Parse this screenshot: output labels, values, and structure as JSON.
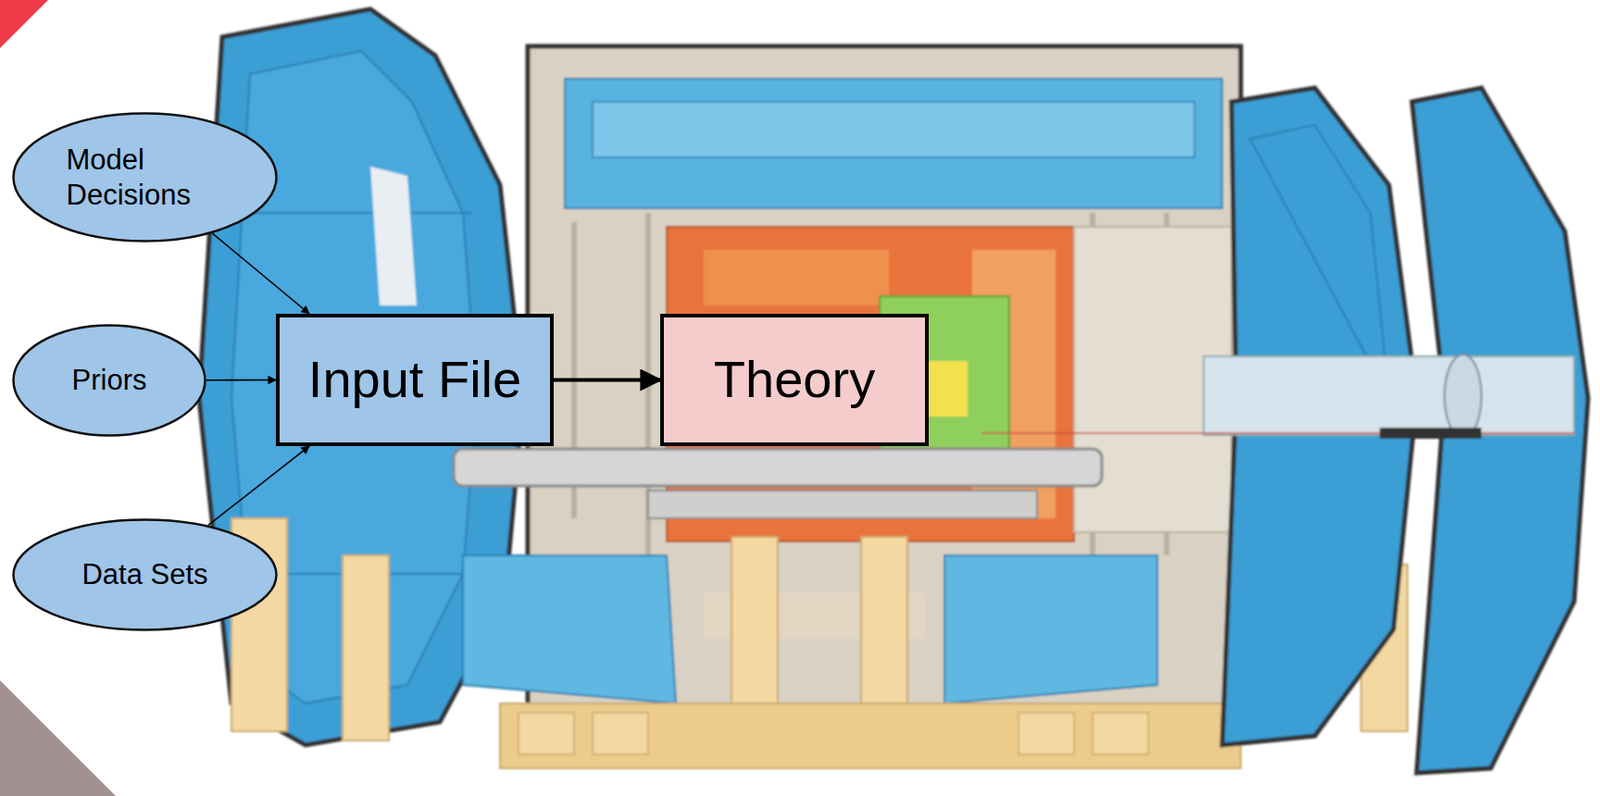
{
  "diagram": {
    "nodes": [
      {
        "text": [
          "Model Decisions"
        ]
      },
      {
        "text": [
          "Priors"
        ]
      },
      {
        "text": [
          "Data Sets"
        ]
      },
      {
        "text": [
          "Input File"
        ]
      },
      {
        "text": [
          "Theory"
        ]
      }
    ],
    "edges": [
      {
        "from": 0,
        "to": 3,
        "arrow": "to"
      },
      {
        "from": 1,
        "to": 3,
        "arrow": "to"
      },
      {
        "from": 2,
        "to": 3,
        "arrow": "to"
      },
      {
        "from": 3,
        "to": 4,
        "arrow": "to"
      }
    ]
  }
}
